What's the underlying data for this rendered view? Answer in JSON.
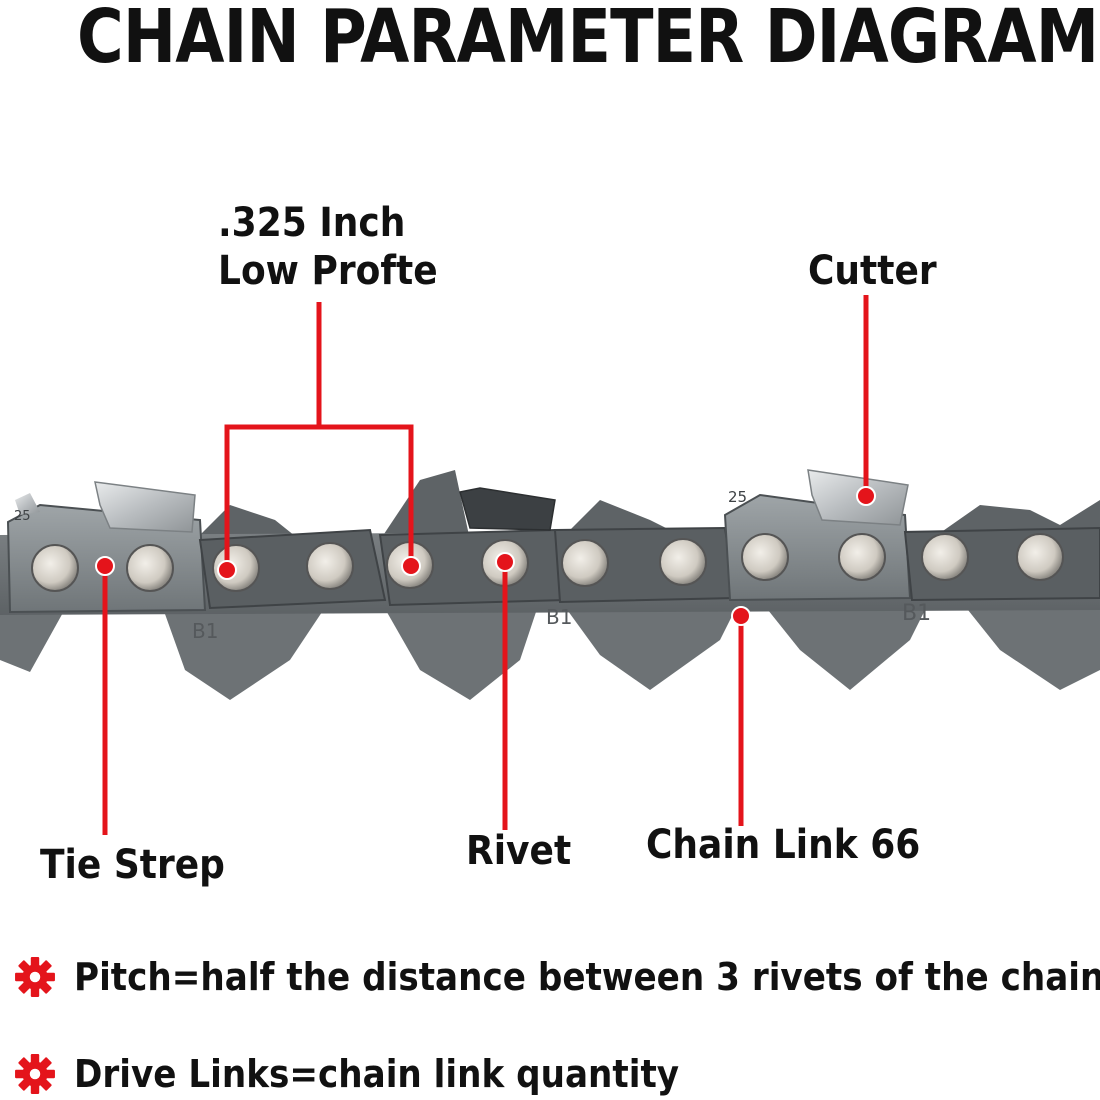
{
  "title": "CHAIN PARAMETER DIAGRAM",
  "callouts": {
    "pitch_line1": ".325 Inch",
    "pitch_line2": "Low Profte",
    "cutter": "Cutter",
    "tie_strap": "Tie Strep",
    "rivet": "Rivet",
    "chain_link": "Chain Link 66"
  },
  "link_marks": {
    "gauge_mark": "25",
    "drive_mark": "B1"
  },
  "notes": [
    "Pitch=half the distance between 3 rivets of the chain",
    "Drive Links=chain link quantity"
  ],
  "colors": {
    "callout_red": "#e4141b",
    "chain_steel": "#6b7073",
    "chain_dark": "#4a4e51",
    "cutter_silver": "#c9ccce",
    "rivet_silver": "#d9d6cf"
  },
  "icons": {
    "bullet": "gear-icon"
  }
}
